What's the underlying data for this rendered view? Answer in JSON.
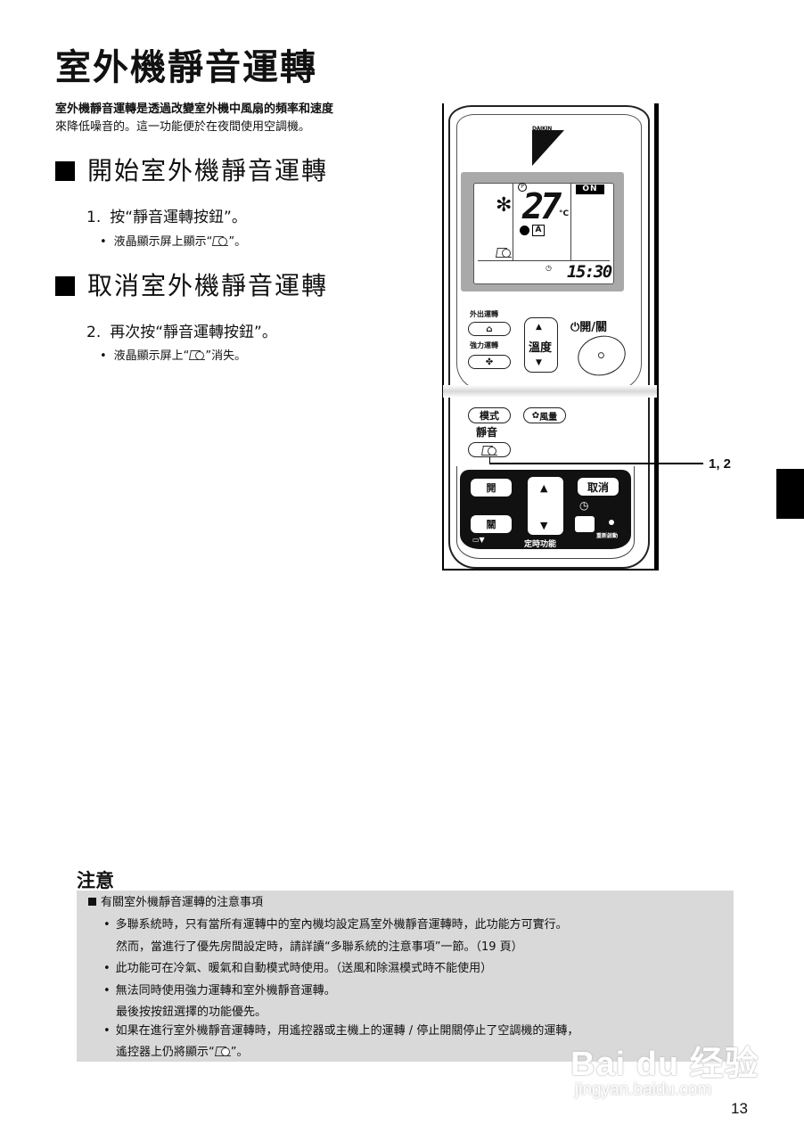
{
  "page": {
    "title": "室外機靜音運轉",
    "intro": [
      "室外機靜音運轉是透過改變室外機中風扇的頻率和速度",
      "來降低噪音的。這一功能便於在夜間使用空調機。"
    ],
    "page_number": "13"
  },
  "sections": [
    {
      "title": "開始室外機靜音運轉",
      "step_number": "1.",
      "step_text": "按“靜音運轉按鈕”。",
      "sub_prefix": "液晶顯示屏上顯示“",
      "sub_suffix": "”。"
    },
    {
      "title": "取消室外機靜音運轉",
      "step_number": "2.",
      "step_text": "再次按“靜音運轉按鈕”。",
      "sub_prefix": "液晶顯示屏上“",
      "sub_suffix": "”消失。"
    }
  ],
  "remote": {
    "brand": "DAIKIN",
    "lcd": {
      "temperature": "27",
      "unit": "°C",
      "status": "ON",
      "time": "15:30",
      "fan_mode": "A",
      "mode_icon": "snowflake-icon"
    },
    "buttons": {
      "away": "外出運轉",
      "powerful": "強力運轉",
      "temp": "溫度",
      "power": "開/關",
      "mode": "模式",
      "fan": "風量",
      "quiet_label": "靜音",
      "timer_on": "開",
      "timer_off": "關",
      "cancel": "取消",
      "timer_label": "定時功能",
      "reset": "重新啟動"
    },
    "callout": "1, 2"
  },
  "notes": {
    "title": "注意",
    "heading": "有關室外機靜音運轉的注意事項",
    "lines": [
      {
        "bullet": true,
        "text": "多聯系統時，只有當所有運轉中的室內機均設定爲室外機靜音運轉時，此功能方可實行。"
      },
      {
        "bullet": false,
        "text": "然而，當進行了優先房間設定時，請詳讀“多聯系統的注意事項”一節。（19 頁）"
      },
      {
        "bullet": true,
        "text": "此功能可在冷氣、暖氣和自動模式時使用。（送風和除濕模式時不能使用）"
      },
      {
        "bullet": true,
        "text": "無法同時使用強力運轉和室外機靜音運轉。"
      },
      {
        "bullet": false,
        "text": "最後按按鈕選擇的功能優先。"
      },
      {
        "bullet": true,
        "text": "如果在進行室外機靜音運轉時，用遙控器或主機上的運轉 / 停止開關停止了空調機的運轉，"
      },
      {
        "bullet": false,
        "text": "遙控器上仍將顯示“",
        "suffix": "”。"
      }
    ]
  },
  "watermark": {
    "brand": "Bai du 经验",
    "url": "jingyan.baidu.com"
  },
  "glyphs": {
    "bullet": "•",
    "up": "▲",
    "down": "▼",
    "snow": "✻",
    "power": "⏻",
    "clock": "◷"
  }
}
